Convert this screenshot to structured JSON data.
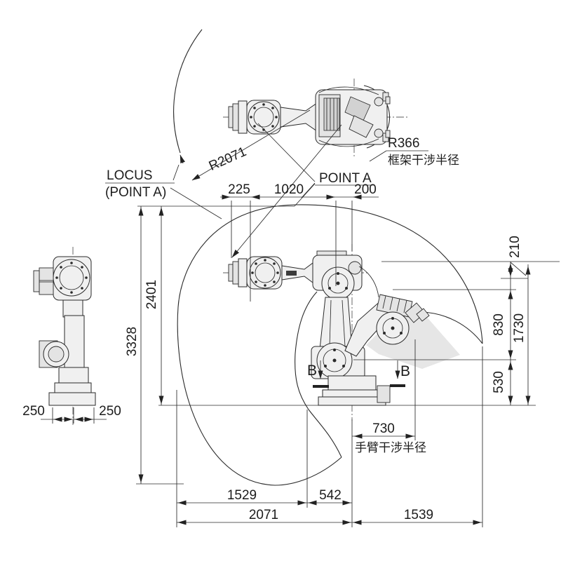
{
  "diagram": {
    "labels": {
      "locus_line1": "LOCUS",
      "locus_line2": "(POINT A)",
      "point_a": "POINT A",
      "radius_reach": "R2071",
      "radius_frame": "R366",
      "frame_interference": "框架干涉半径",
      "arm_interference": "手臂干涉半径",
      "section_left": "B",
      "section_right": "B"
    },
    "dims": {
      "top_225": "225",
      "top_1020": "1020",
      "top_200": "200",
      "left_2401": "2401",
      "left_3328": "3328",
      "right_210": "210",
      "right_830": "830",
      "right_1730": "1730",
      "right_530": "530",
      "base_250_left": "250",
      "base_250_right": "250",
      "arm_730": "730",
      "bottom_1529": "1529",
      "bottom_542": "542",
      "bottom_2071": "2071",
      "bottom_1539": "1539"
    }
  }
}
